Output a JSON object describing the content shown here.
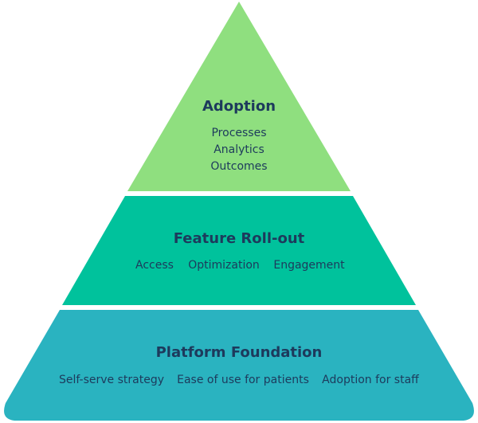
{
  "tiers": {
    "adoption": {
      "title": "Adoption",
      "items": [
        "Processes",
        "Analytics",
        "Outcomes"
      ],
      "color": "#8fdf7f"
    },
    "feature_rollout": {
      "title": "Feature Roll-out",
      "items": [
        "Access",
        "Optimization",
        "Engagement"
      ],
      "color": "#00c29c"
    },
    "platform_foundation": {
      "title": "Platform Foundation",
      "items": [
        "Self-serve strategy",
        "Ease of use for patients",
        "Adoption for staff"
      ],
      "color": "#2ab3c0"
    }
  }
}
